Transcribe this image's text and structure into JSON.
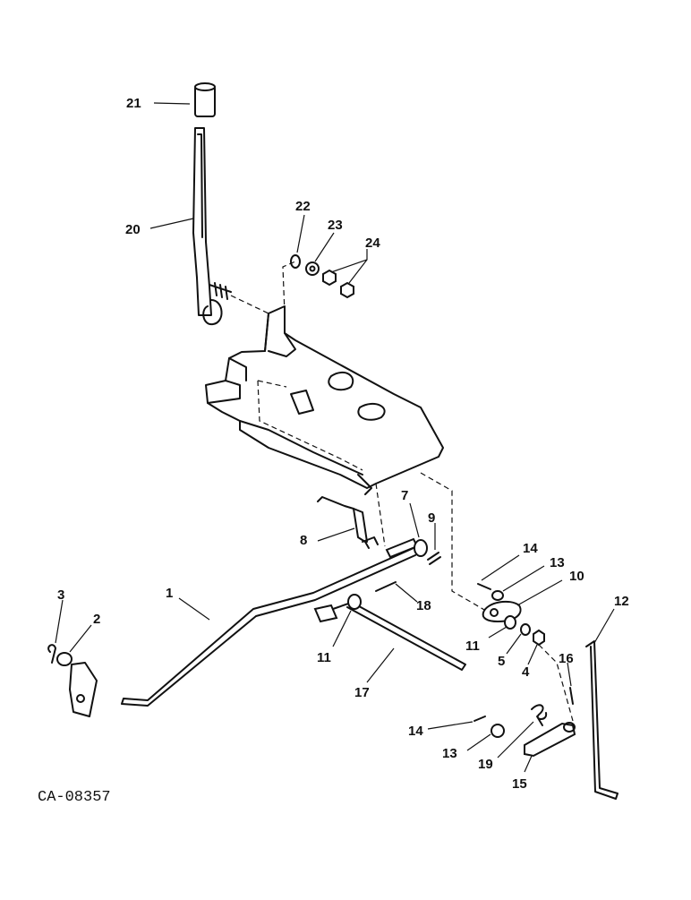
{
  "drawing": {
    "id": "CA-08357"
  },
  "callouts": [
    {
      "n": "21"
    },
    {
      "n": "20"
    },
    {
      "n": "22"
    },
    {
      "n": "23"
    },
    {
      "n": "24"
    },
    {
      "n": "7"
    },
    {
      "n": "9"
    },
    {
      "n": "8"
    },
    {
      "n": "14"
    },
    {
      "n": "13"
    },
    {
      "n": "10"
    },
    {
      "n": "12"
    },
    {
      "n": "1"
    },
    {
      "n": "18"
    },
    {
      "n": "3"
    },
    {
      "n": "2"
    },
    {
      "n": "11"
    },
    {
      "n": "11"
    },
    {
      "n": "5"
    },
    {
      "n": "4"
    },
    {
      "n": "16"
    },
    {
      "n": "17"
    },
    {
      "n": "14"
    },
    {
      "n": "13"
    },
    {
      "n": "19"
    },
    {
      "n": "15"
    }
  ]
}
